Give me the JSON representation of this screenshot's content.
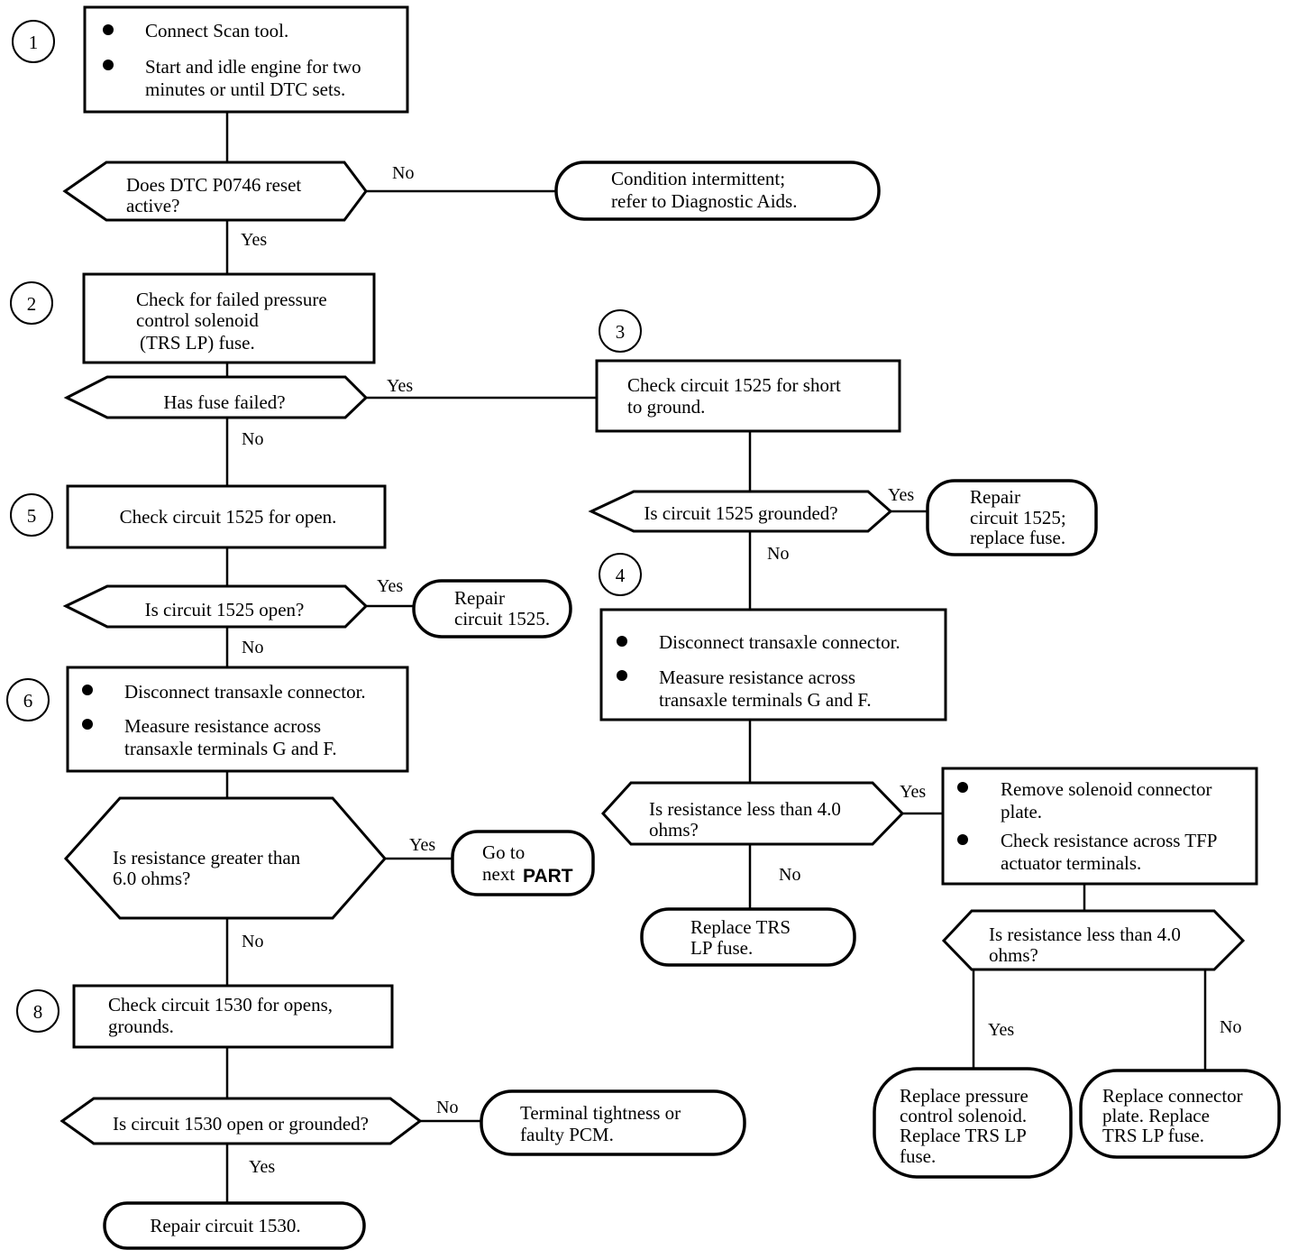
{
  "steps": {
    "s1": {
      "number": "1",
      "bullets": [
        "Connect Scan tool.",
        "Start and idle engine for two",
        "minutes or until DTC sets."
      ]
    },
    "s2": {
      "number": "2",
      "lines": [
        "Check for failed pressure",
        "control solenoid",
        "(TRS LP) fuse."
      ]
    },
    "s3": {
      "number": "3",
      "lines": [
        "Check circuit 1525 for short",
        "to ground."
      ]
    },
    "s4": {
      "number": "4",
      "lines": [
        "Disconnect transaxle connector.",
        "Measure resistance across",
        "transaxle terminals G and F."
      ]
    },
    "s5": {
      "number": "5",
      "lines": [
        "Check circuit 1525 for open."
      ]
    },
    "s6": {
      "number": "6",
      "lines": [
        "Disconnect transaxle connector.",
        "Measure resistance across",
        "transaxle terminals G and F."
      ]
    },
    "s8": {
      "number": "8",
      "lines": [
        "Check circuit 1530 for opens,",
        "grounds."
      ]
    },
    "tfp": {
      "lines": [
        "Remove solenoid connector",
        "plate.",
        "Check resistance across TFP",
        "actuator terminals."
      ]
    }
  },
  "decisions": {
    "d1": [
      "Does DTC P0746 reset",
      "active?"
    ],
    "d2": [
      "Has fuse failed?"
    ],
    "d3": [
      "Is circuit 1525 grounded?"
    ],
    "d5": [
      "Is circuit 1525 open?"
    ],
    "d4": [
      "Is resistance less than 4.0",
      "ohms?"
    ],
    "d6": [
      "Is resistance greater than",
      "6.0 ohms?"
    ],
    "d7": [
      "Is resistance less than 4.0",
      "ohms?"
    ],
    "d8": [
      "Is circuit 1530 open or grounded?"
    ]
  },
  "outcomes": {
    "intermittent": [
      "Condition intermittent;",
      "refer to  Diagnostic Aids."
    ],
    "repair1525a": [
      "Repair",
      "circuit 1525;",
      "replace fuse."
    ],
    "repair1525b": [
      "Repair",
      "circuit 1525."
    ],
    "gotoPart": [
      "Go to",
      "next",
      "PART"
    ],
    "replaceFuse": [
      "Replace TRS",
      "LP fuse."
    ],
    "replaceSolenoid": [
      "Replace pressure",
      "control solenoid.",
      "Replace TRS LP",
      "fuse."
    ],
    "replacePlate": [
      "Replace connector",
      "plate. Replace",
      "TRS LP fuse."
    ],
    "terminal": [
      "Terminal tightness or",
      "faulty PCM."
    ],
    "repair1530": [
      "Repair circuit 1530."
    ]
  },
  "labels": {
    "yes": "Yes",
    "no": "No"
  }
}
